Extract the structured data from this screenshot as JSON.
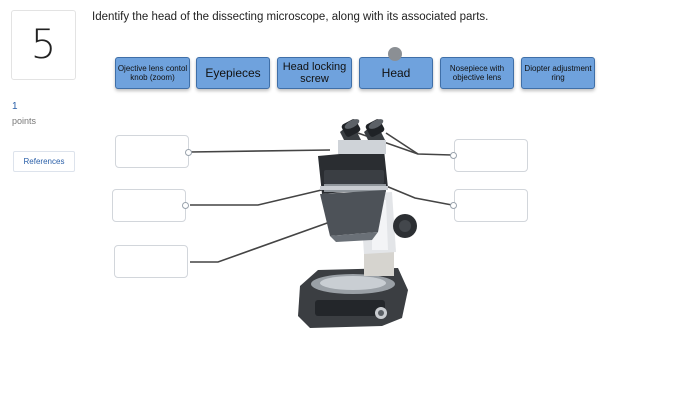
{
  "question": {
    "number": "5",
    "points_value": "1",
    "points_label": "points",
    "references_label": "References",
    "prompt": "Identify the head of the dissecting microscope, along with its associated parts."
  },
  "choices": [
    {
      "label": "Ojective lens contol knob (zoom)"
    },
    {
      "label": "Eyepieces"
    },
    {
      "label": "Head locking screw"
    },
    {
      "label": "Head"
    },
    {
      "label": "Nosepiece with objective lens"
    },
    {
      "label": "Diopter adjustment ring"
    }
  ],
  "drop_targets": [
    "left-1",
    "left-2",
    "left-3",
    "right-1",
    "right-2"
  ],
  "colors": {
    "chip_fill": "#6fa2dd",
    "chip_border": "#3f6fa8",
    "link": "#2a5fa8"
  }
}
